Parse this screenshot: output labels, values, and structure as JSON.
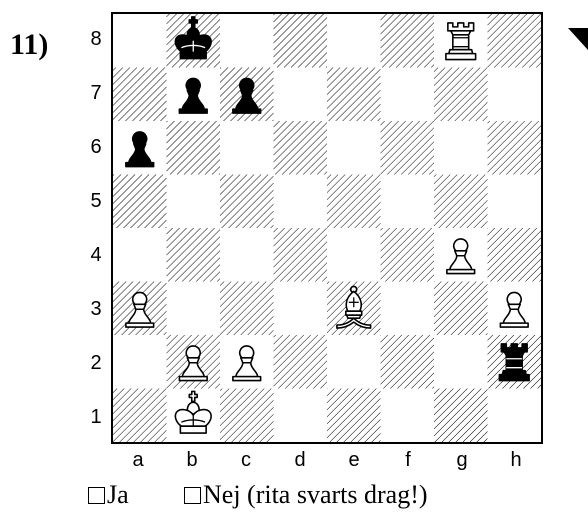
{
  "puzzle_number": "11)",
  "ranks": [
    "8",
    "7",
    "6",
    "5",
    "4",
    "3",
    "2",
    "1"
  ],
  "files": [
    "a",
    "b",
    "c",
    "d",
    "e",
    "f",
    "g",
    "h"
  ],
  "turn_indicator": "black-to-move-triangle",
  "colors": {
    "light": "#ffffff",
    "dark_hatch": "#000000",
    "black_piece": "#000000",
    "white_piece": "#ffffff"
  },
  "pieces": [
    {
      "square": "b8",
      "color": "black",
      "type": "king"
    },
    {
      "square": "g8",
      "color": "white",
      "type": "rook"
    },
    {
      "square": "b7",
      "color": "black",
      "type": "pawn"
    },
    {
      "square": "c7",
      "color": "black",
      "type": "pawn"
    },
    {
      "square": "a6",
      "color": "black",
      "type": "pawn"
    },
    {
      "square": "g4",
      "color": "white",
      "type": "pawn"
    },
    {
      "square": "a3",
      "color": "white",
      "type": "pawn"
    },
    {
      "square": "e3",
      "color": "white",
      "type": "bishop"
    },
    {
      "square": "h3",
      "color": "white",
      "type": "pawn"
    },
    {
      "square": "b2",
      "color": "white",
      "type": "pawn"
    },
    {
      "square": "c2",
      "color": "white",
      "type": "pawn"
    },
    {
      "square": "h2",
      "color": "black",
      "type": "rook"
    },
    {
      "square": "b1",
      "color": "white",
      "type": "king"
    }
  ],
  "answers": {
    "yes_label": "Ja",
    "no_label": "Nej (rita svarts drag!)"
  }
}
